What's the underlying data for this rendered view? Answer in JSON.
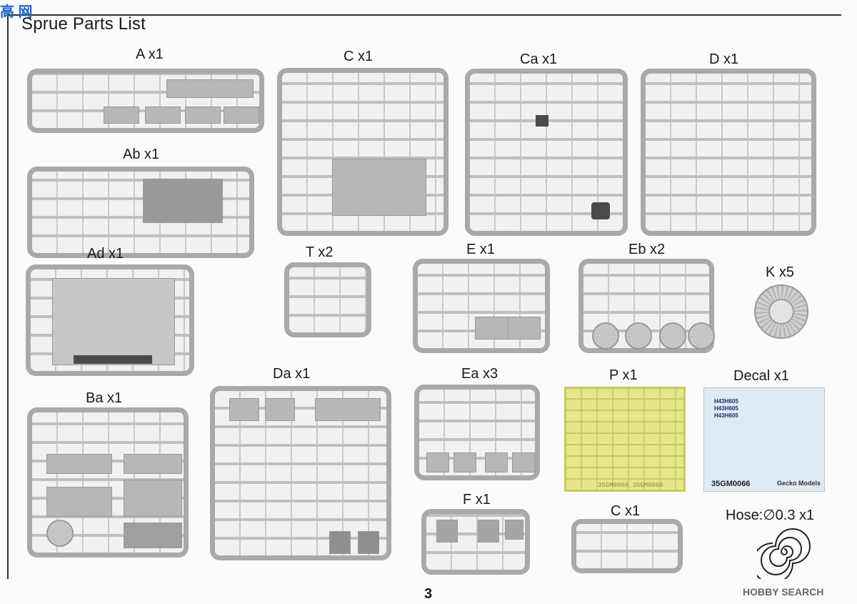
{
  "document": {
    "title": "Sprue Parts List",
    "page_number": "3",
    "watermark_top_left": "高 网",
    "watermark_bottom_right": "HOBBY SEARCH"
  },
  "sprues": [
    {
      "id": "A",
      "label": "A x1"
    },
    {
      "id": "C1",
      "label": "C x1"
    },
    {
      "id": "Ca",
      "label": "Ca x1"
    },
    {
      "id": "D",
      "label": "D x1"
    },
    {
      "id": "Ab",
      "label": "Ab x1"
    },
    {
      "id": "Ad",
      "label": "Ad x1"
    },
    {
      "id": "T",
      "label": "T x2"
    },
    {
      "id": "E",
      "label": "E x1"
    },
    {
      "id": "Eb",
      "label": "Eb x2"
    },
    {
      "id": "K",
      "label": "K x5"
    },
    {
      "id": "Ba",
      "label": "Ba x1"
    },
    {
      "id": "Da",
      "label": "Da x1"
    },
    {
      "id": "Ea",
      "label": "Ea x3"
    },
    {
      "id": "P",
      "label": "P x1"
    },
    {
      "id": "Decal",
      "label": "Decal x1"
    },
    {
      "id": "F",
      "label": "F x1"
    },
    {
      "id": "C2",
      "label": "C x1"
    },
    {
      "id": "Hose",
      "label": "Hose:∅0.3 x1"
    }
  ],
  "photo_etch": {
    "code": "35GM0066 35GM0066"
  },
  "decal_sheet": {
    "code": "35GM0066",
    "brand": "Gecko Models",
    "lines": [
      "H43H605",
      "H43H605",
      "H43H605"
    ]
  }
}
